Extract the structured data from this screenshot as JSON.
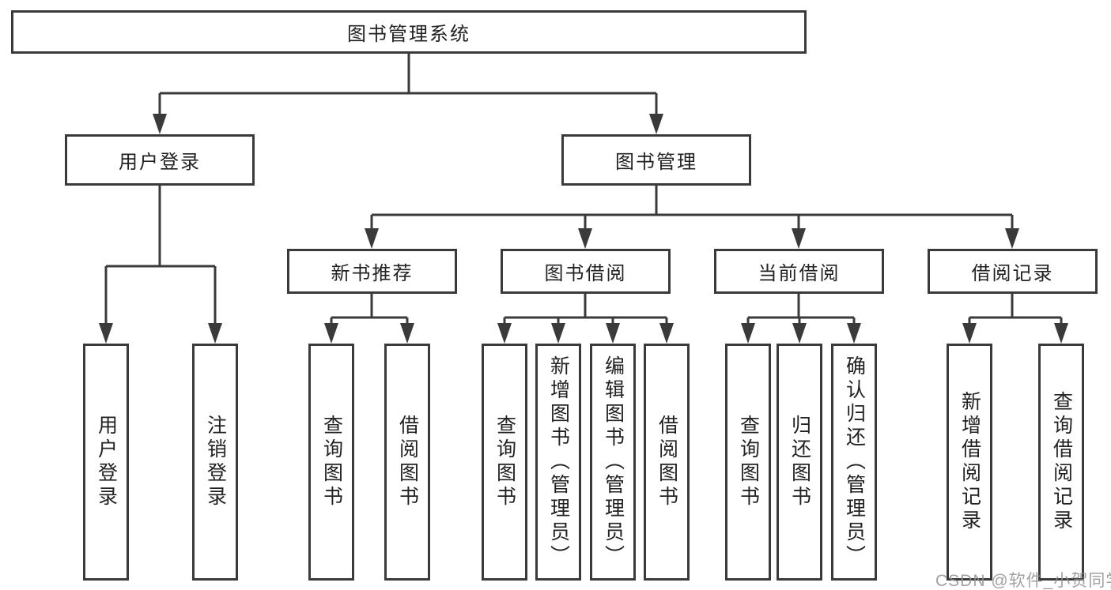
{
  "tree": {
    "label": "图书管理系统",
    "children": [
      {
        "label": "用户登录",
        "children": [
          {
            "label": "用户登录"
          },
          {
            "label": "注销登录"
          }
        ]
      },
      {
        "label": "图书管理",
        "children": [
          {
            "label": "新书推荐",
            "children": [
              {
                "label": "查询图书"
              },
              {
                "label": "借阅图书"
              }
            ]
          },
          {
            "label": "图书借阅",
            "children": [
              {
                "label": "查询图书"
              },
              {
                "label": "新增图书（管理员）"
              },
              {
                "label": "编辑图书（管理员）"
              },
              {
                "label": "借阅图书"
              }
            ]
          },
          {
            "label": "当前借阅",
            "children": [
              {
                "label": "查询图书"
              },
              {
                "label": "归还图书"
              },
              {
                "label": "确认归还（管理员）"
              }
            ]
          },
          {
            "label": "借阅记录",
            "children": [
              {
                "label": "新增借阅记录"
              },
              {
                "label": "查询借阅记录"
              }
            ]
          }
        ]
      }
    ]
  },
  "watermark": {
    "text": "CSDN @软件_小贺同学"
  },
  "colors": {
    "line": "#3a3a3a",
    "box_border": "#3a3a3a",
    "text": "#222222",
    "watermark": "#919191",
    "background": "#ffffff"
  }
}
